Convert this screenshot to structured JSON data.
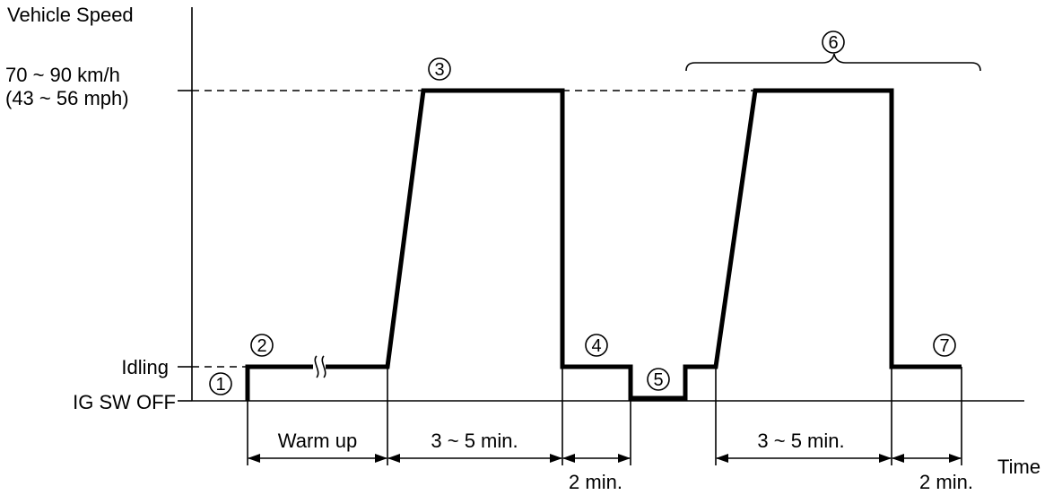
{
  "axis": {
    "y_title": "Vehicle Speed",
    "x_title": "Time",
    "speed_label_line1": "70 ~ 90 km/h",
    "speed_label_line2": "(43 ~ 56 mph)",
    "idling_label": "Idling",
    "off_label": "IG SW OFF"
  },
  "steps": {
    "s1": "1",
    "s2": "2",
    "s3": "3",
    "s4": "4",
    "s5": "5",
    "s6": "6",
    "s7": "7"
  },
  "durations": {
    "warm_up": "Warm up",
    "first_drive": "3 ~ 5 min.",
    "first_idle": "2 min.",
    "second_drive": "3 ~ 5 min.",
    "second_idle": "2 min."
  }
}
